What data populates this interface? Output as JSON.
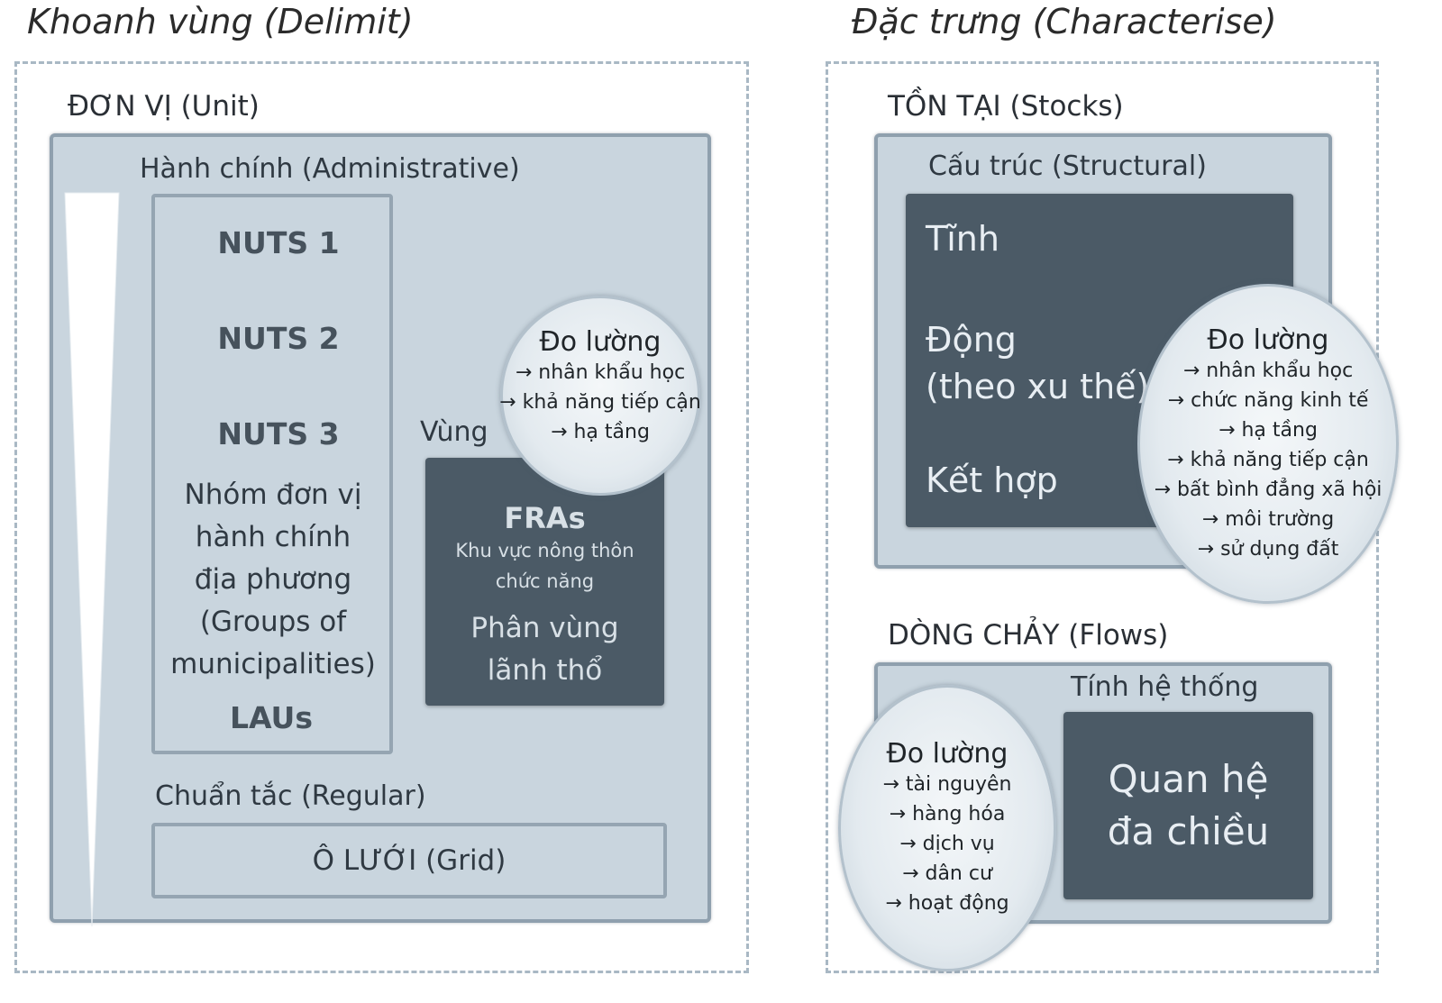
{
  "headings": {
    "left": "Khoanh vùng (Delimit)",
    "right": "Đặc trưng (Characterise)"
  },
  "delimit": {
    "unit_label": "ĐƠN VỊ (Unit)",
    "administrative_label": "Hành chính (Administrative)",
    "nuts": [
      "NUTS 1",
      "NUTS 2",
      "NUTS 3"
    ],
    "groups_lines": [
      "Nhóm đơn vị",
      "hành chính",
      "địa phương",
      "(Groups of",
      "municipalities)"
    ],
    "laus": "LAUs",
    "region_label": "Vùng",
    "fras_title": "FRAs",
    "fras_sub": [
      "Khu vực nông thôn",
      "chức năng"
    ],
    "zoning": [
      "Phân vùng",
      "lãnh thổ"
    ],
    "measure": {
      "title": "Đo lường",
      "items": [
        "→ nhân khẩu học",
        "→ khả năng tiếp cận",
        "→ hạ tầng"
      ]
    },
    "regular_label": "Chuẩn tắc (Regular)",
    "grid_label": "Ô LƯỚI (Grid)"
  },
  "characterise": {
    "stocks_label": "TỒN TẠI (Stocks)",
    "structural_label": "Cấu trúc (Structural)",
    "static": "Tĩnh",
    "dynamic": [
      "Động",
      "(theo xu thế)"
    ],
    "combined": "Kết hợp",
    "stocks_measure": {
      "title": "Đo lường",
      "items": [
        "→ nhân khẩu học",
        "→ chức năng kinh tế",
        "→ hạ tầng",
        "→ khả năng tiếp cận",
        "→ bất bình đẳng xã hội",
        "→ môi trường",
        "→ sử dụng đất"
      ]
    },
    "flows_label": "DÒNG CHẢY (Flows)",
    "systemic_label": "Tính hệ thống",
    "relations": [
      "Quan hệ",
      "đa chiều"
    ],
    "flows_measure": {
      "title": "Đo lường",
      "items": [
        "→ tài nguyên",
        "→ hàng hóa",
        "→ dịch vụ",
        "→ dân cư",
        "→ hoạt động"
      ]
    }
  },
  "colors": {
    "panel": "#c9d5de",
    "dark_box": "#4b5a66",
    "dashed_border": "#a9b8c4"
  }
}
